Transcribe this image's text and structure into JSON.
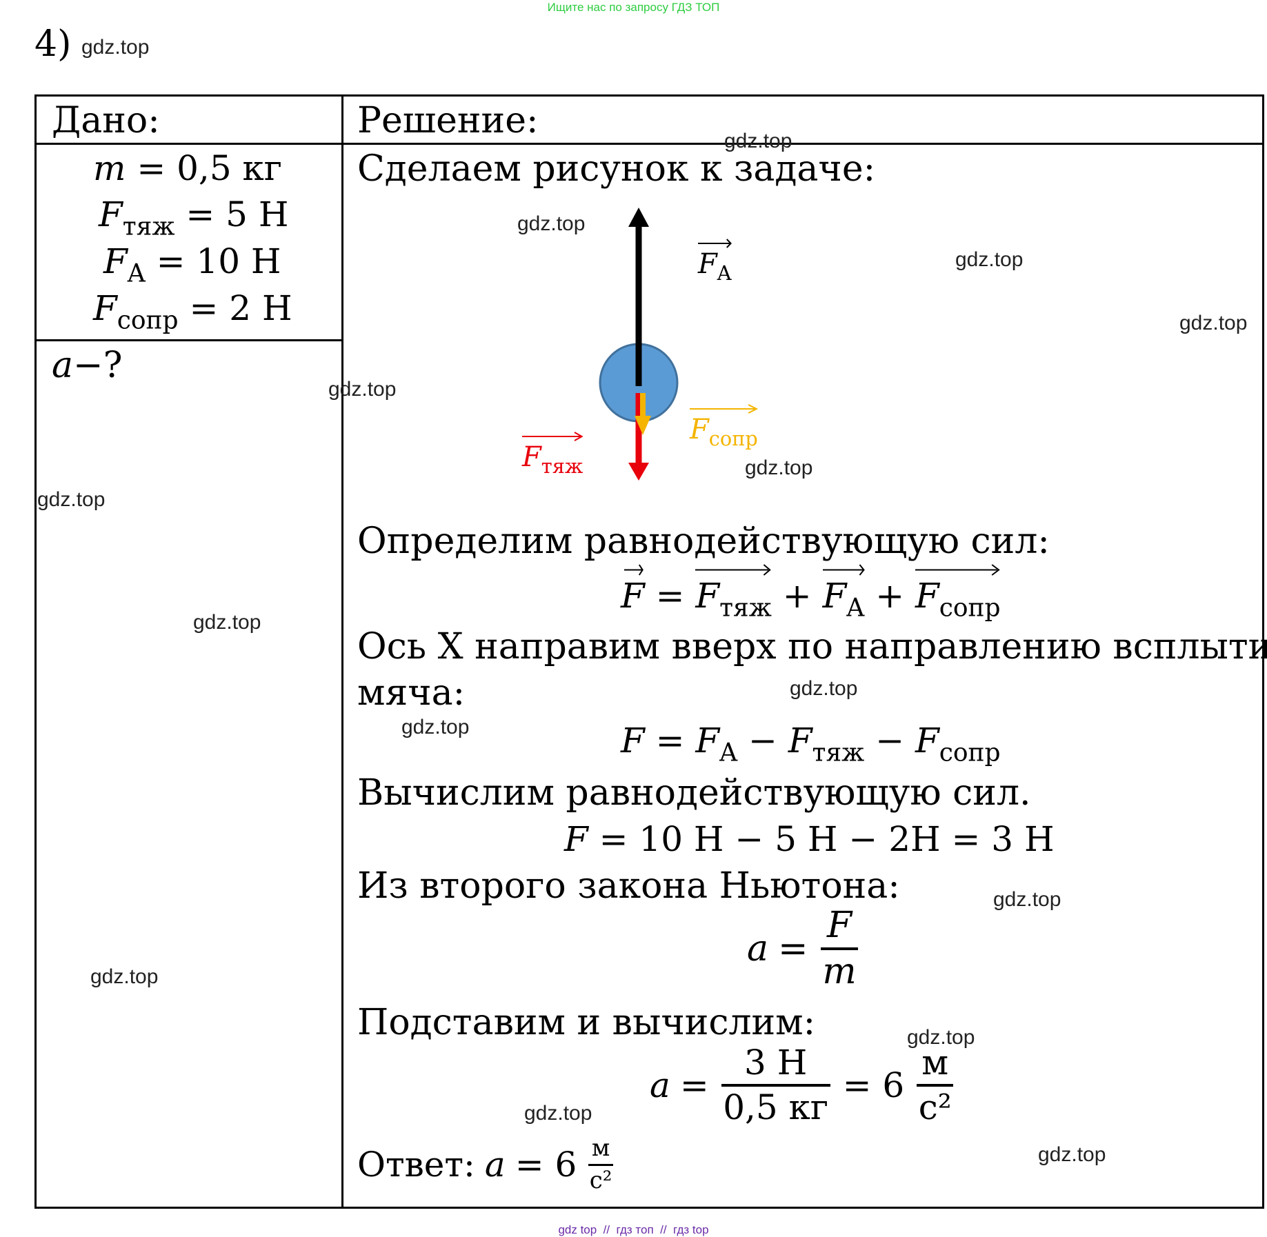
{
  "top_note": "Ищите нас по запросу ГДЗ ТОП",
  "task_number": "4)",
  "watermark": "gdz.top",
  "given": {
    "header": "Дано:",
    "mass": {
      "symbol": "m",
      "eq": "= 0,5 кг"
    },
    "gravity": {
      "symbol": "F",
      "sub": "тяж",
      "eq": "= 5 Н"
    },
    "archimedes": {
      "symbol": "F",
      "sub": "A",
      "eq": "= 10 Н"
    },
    "drag": {
      "symbol": "F",
      "sub": "сопр",
      "eq": "= 2 Н"
    },
    "find": {
      "symbol": "a",
      "rest": "−?"
    }
  },
  "solution": {
    "header": "Решение:",
    "drawing_title": "Сделаем рисунок к задаче:",
    "diagram": {
      "label_FA": {
        "symbol": "F",
        "sub": "A"
      },
      "label_Fgrav": {
        "symbol": "F",
        "sub": "тяж"
      },
      "label_Fdrag": {
        "symbol": "F",
        "sub": "сопр"
      },
      "colors": {
        "ball": "#5b9bd5",
        "ball_stroke": "#41719c",
        "up_arrow": "#000000",
        "gravity": "#e8000b",
        "drag": "#f4b400"
      }
    },
    "resultant_title": "Определим равнодействующую сил:",
    "vector_eq": {
      "F": "F",
      "eq": "=",
      "plus": "+",
      "t1_sub": "тяж",
      "t2_sub": "A",
      "t3_sub": "сопр"
    },
    "axis_text_1": "Ось X направим вверх по направлению всплытия",
    "axis_text_2": "мяча:",
    "scalar_eq": {
      "F": "F",
      "eq": "=",
      "minus": "−",
      "t1_sub": "A",
      "t2_sub": "тяж",
      "t3_sub": "сопр"
    },
    "calc_title": "Вычислим равнодействующую сил.",
    "calc_eq": {
      "F": "F",
      "rest": "= 10 Н − 5 Н − 2Н = 3 Н"
    },
    "newton_title": "Из второго закона Ньютона:",
    "newton_eq": {
      "a": "a",
      "eq": "=",
      "num": "F",
      "den": "m"
    },
    "subst_title": "Подставим и вычислим:",
    "subst_eq": {
      "a": "a",
      "eq": "=",
      "num": "3 Н",
      "den": "0,5 кг",
      "eq2": "= 6",
      "unit_num": "м",
      "unit_den": "с²"
    },
    "answer": {
      "label": "Ответ:",
      "a": "a",
      "eq": "= 6",
      "unit_num": "м",
      "unit_den": "с²"
    }
  },
  "footer": "gdz top  //  гдз топ  //  гдз top"
}
